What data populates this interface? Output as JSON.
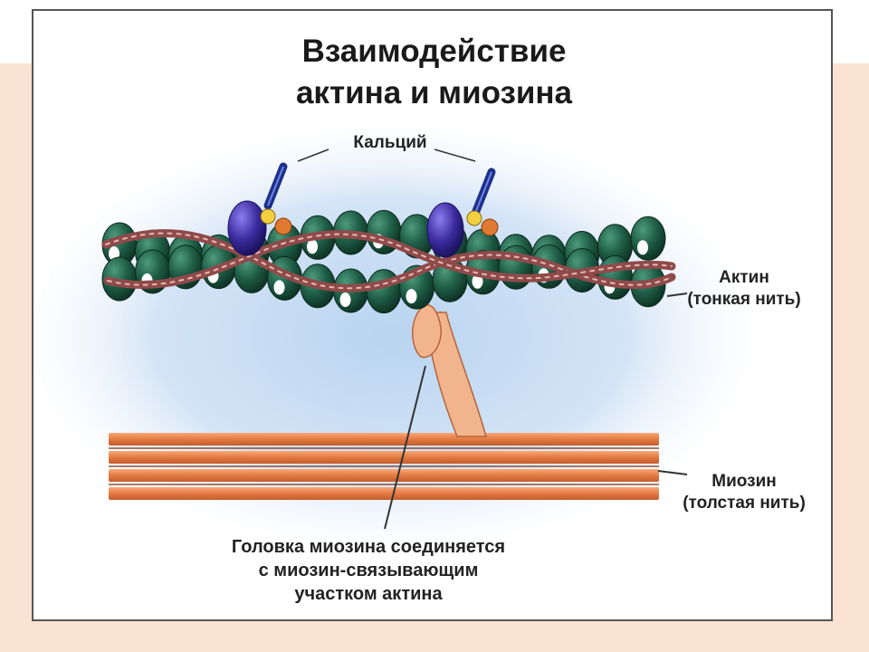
{
  "title": {
    "line1": "Взаимодействие",
    "line2": "актина и миозина"
  },
  "labels": {
    "calcium": "Кальций",
    "actin_name": "Актин",
    "actin_desc": "(тонкая нить)",
    "myosin_name": "Миозин",
    "myosin_desc": "(толстая нить)"
  },
  "caption": {
    "line1": "Головка миозина соединяется",
    "line2": "с миозин-связывающим",
    "line3": "участком актина"
  },
  "colors": {
    "page_background": "#fae3d3",
    "actin_bead": "#1f5e48",
    "tropomyosin": "#8f4a4a",
    "troponin": "#3b2b9e",
    "calcium_bar": "#1c2f8c",
    "myosin_filament": "#e37a42",
    "myosin_head": "#f2b48d"
  }
}
